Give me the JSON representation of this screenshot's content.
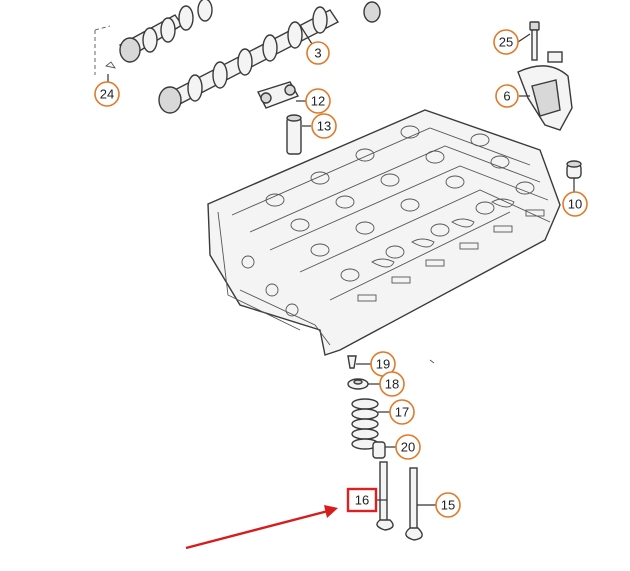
{
  "colors": {
    "callout_ring": "#e07a2a",
    "highlight_box": "#e02020",
    "arrow": "#d81b1b",
    "line_art": "#3a3a3a"
  },
  "callouts": [
    {
      "id": "c3",
      "label": "3"
    },
    {
      "id": "c24",
      "label": "24"
    },
    {
      "id": "c25",
      "label": "25"
    },
    {
      "id": "c6",
      "label": "6"
    },
    {
      "id": "c12",
      "label": "12"
    },
    {
      "id": "c13",
      "label": "13"
    },
    {
      "id": "c10",
      "label": "10"
    },
    {
      "id": "c19",
      "label": "19"
    },
    {
      "id": "c18",
      "label": "18"
    },
    {
      "id": "c17",
      "label": "17"
    },
    {
      "id": "c20",
      "label": "20"
    },
    {
      "id": "c15",
      "label": "15"
    }
  ],
  "highlight": {
    "label": "16",
    "icon": "red-arrow-icon"
  }
}
